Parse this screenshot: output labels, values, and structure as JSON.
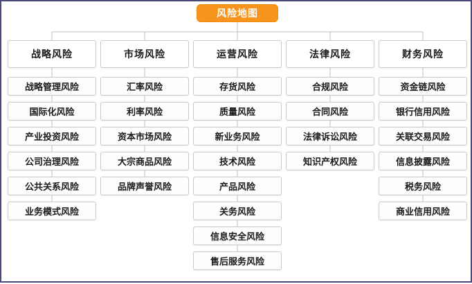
{
  "diagram": {
    "root": {
      "label": "风险地图"
    },
    "accent_color": "#f7941e",
    "box_border_color": "#c9c9c9",
    "connector_color": "#bfbfbf",
    "frame_color": "#4a4a7a",
    "columns": [
      {
        "header": "战略风险",
        "items": [
          "战略管理风险",
          "国际化风险",
          "产业投资风险",
          "公司治理风险",
          "公共关系风险",
          "业务模式风险"
        ]
      },
      {
        "header": "市场风险",
        "items": [
          "汇率风险",
          "利率风险",
          "资本市场风险",
          "大宗商品风险",
          "品牌声誉风险"
        ]
      },
      {
        "header": "运营风险",
        "items": [
          "存货风险",
          "质量风险",
          "新业务风险",
          "技术风险",
          "产品风险",
          "关务风险",
          "信息安全风险",
          "售后服务风险"
        ]
      },
      {
        "header": "法律风险",
        "items": [
          "合规风险",
          "合同风险",
          "法律诉讼风险",
          "知识产权风险"
        ]
      },
      {
        "header": "财务风险",
        "items": [
          "资金链风险",
          "银行信用风险",
          "关联交易风险",
          "信息披露风险",
          "税务风险",
          "商业信用风险"
        ]
      }
    ]
  }
}
